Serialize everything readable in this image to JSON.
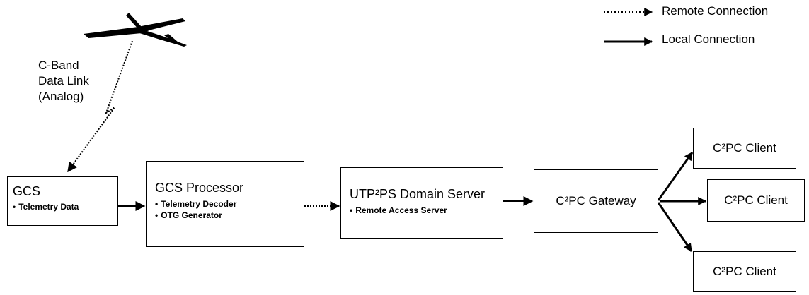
{
  "legend": {
    "remote": "Remote Connection",
    "local": "Local Connection"
  },
  "link": {
    "line1": "C-Band",
    "line2": "Data Link",
    "line3": "(Analog)"
  },
  "boxes": {
    "gcs": {
      "title": "GCS",
      "items": [
        "Telemetry Data"
      ]
    },
    "processor": {
      "title": "GCS Processor",
      "items": [
        "Telemetry Decoder",
        "OTG Generator"
      ]
    },
    "domain": {
      "title": "UTP²PS Domain Server",
      "items": [
        "Remote Access Server"
      ]
    },
    "gateway": {
      "title": "C²PC Gateway"
    },
    "client1": {
      "title": "C²PC Client"
    },
    "client2": {
      "title": "C²PC Client"
    },
    "client3": {
      "title": "C²PC Client"
    }
  },
  "icons": {
    "aircraft": "uav-aircraft-icon"
  }
}
